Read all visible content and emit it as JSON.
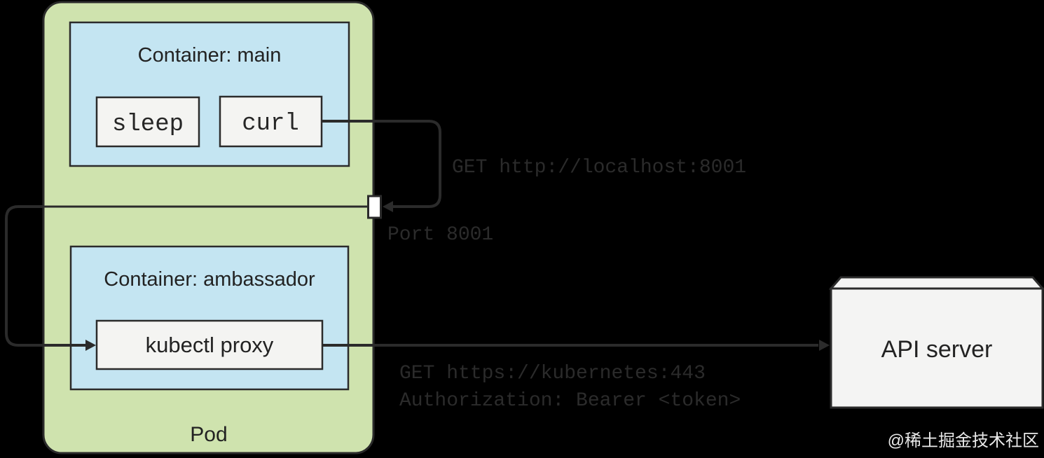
{
  "pod": {
    "label": "Pod",
    "port_label": "Port 8001"
  },
  "main_container": {
    "label": "Container: main",
    "sleep_label": "sleep",
    "curl_label": "curl"
  },
  "ambassador_container": {
    "label": "Container: ambassador",
    "kubectl_proxy_label": "kubectl proxy"
  },
  "api_server": {
    "label": "API server"
  },
  "annotations": {
    "curl_request": "GET http://localhost:8001",
    "proxy_request": "GET https://kubernetes:443",
    "proxy_auth": "Authorization: Bearer <token>"
  },
  "watermark": {
    "text": "@稀土掘金技术社区"
  },
  "colors": {
    "background": "#000000",
    "pod_fill": "#cfe3ae",
    "container_fill": "#c4e5f2",
    "process_box_fill": "#f4f4f2",
    "port_fill": "#ffffff",
    "api_server_fill": "#f4f4f3",
    "line": "#2b2b2b",
    "annotation_text": "#2b2b2b",
    "watermark_text": "#e9e9e9"
  }
}
